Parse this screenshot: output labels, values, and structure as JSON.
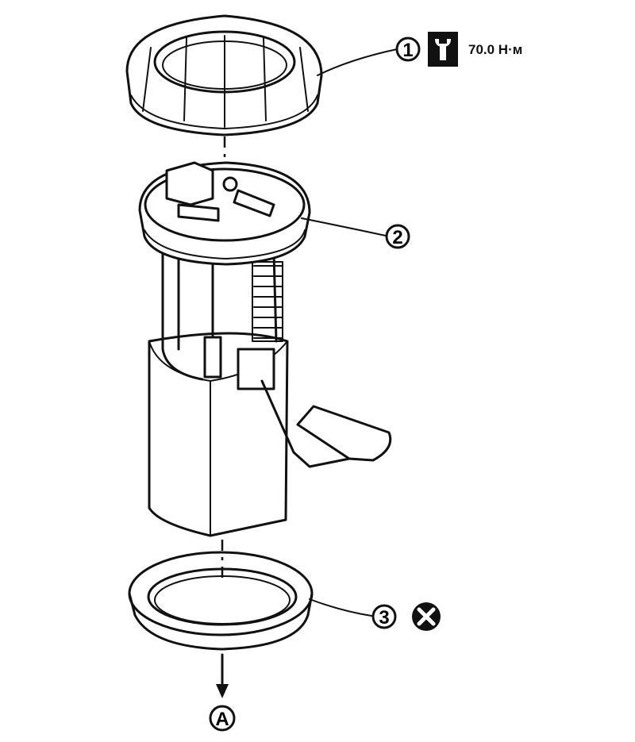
{
  "callouts": {
    "c1": {
      "label": "1"
    },
    "c2": {
      "label": "2"
    },
    "c3": {
      "label": "3"
    },
    "a": {
      "label": "A"
    }
  },
  "torque": {
    "value": "70.0 Н·м",
    "icon": "torque-wrench-icon"
  },
  "replace": {
    "icon": "do-not-reuse-x-icon"
  }
}
